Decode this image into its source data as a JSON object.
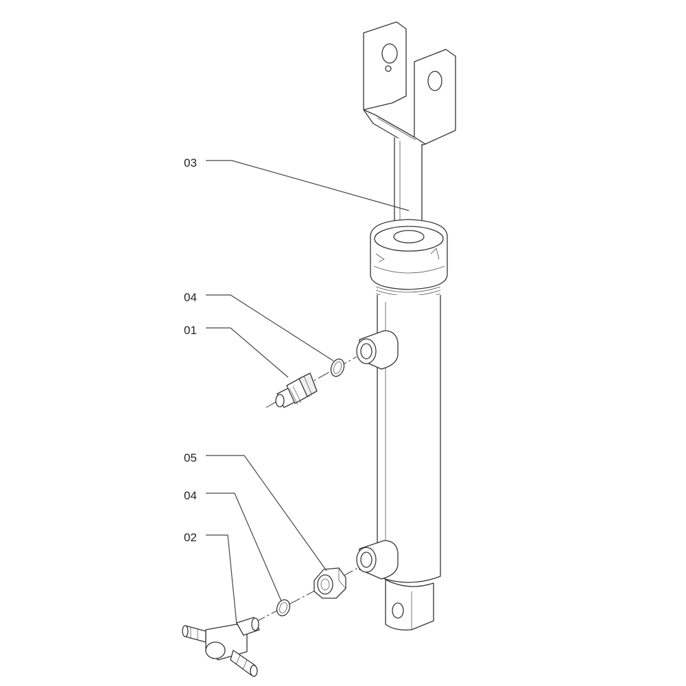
{
  "callouts": [
    {
      "id": "03",
      "label": "03"
    },
    {
      "id": "04a",
      "label": "04"
    },
    {
      "id": "01",
      "label": "01"
    },
    {
      "id": "05",
      "label": "05"
    },
    {
      "id": "04b",
      "label": "04"
    },
    {
      "id": "02",
      "label": "02"
    }
  ]
}
